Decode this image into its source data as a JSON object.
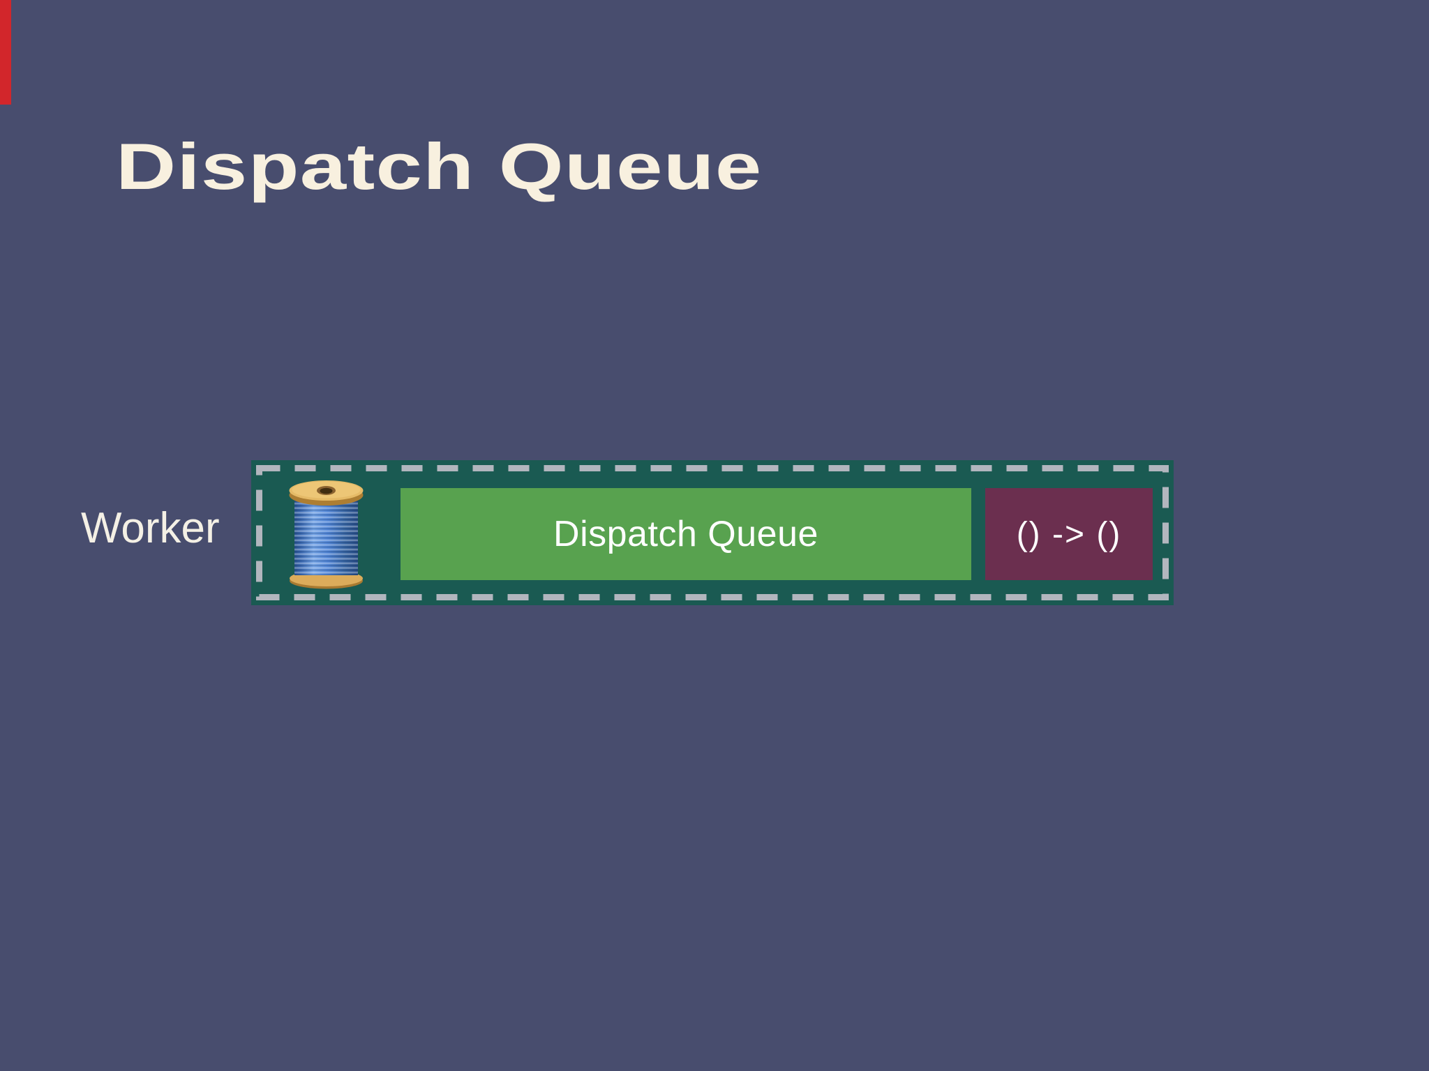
{
  "slide": {
    "title": "Dispatch Queue",
    "worker_label": "Worker",
    "queue_box_label": "Dispatch Queue",
    "closure_box_label": "() -> ()"
  },
  "icons": {
    "spool": "thread-spool-emoji"
  },
  "colors": {
    "background": "#484D6E",
    "red_strip": "#D2262B",
    "title_cream": "#F8F0DF",
    "label_cream": "#F4F0E5",
    "container_teal": "#1A5A52",
    "queue_green": "#58A24F",
    "closure_purple": "#6B2F4F",
    "dash_gray": "#B2B6BE",
    "box_text_white": "#FFFFFF",
    "thread_blue": "#4E83D6",
    "spool_wood": "#E5BA67"
  }
}
